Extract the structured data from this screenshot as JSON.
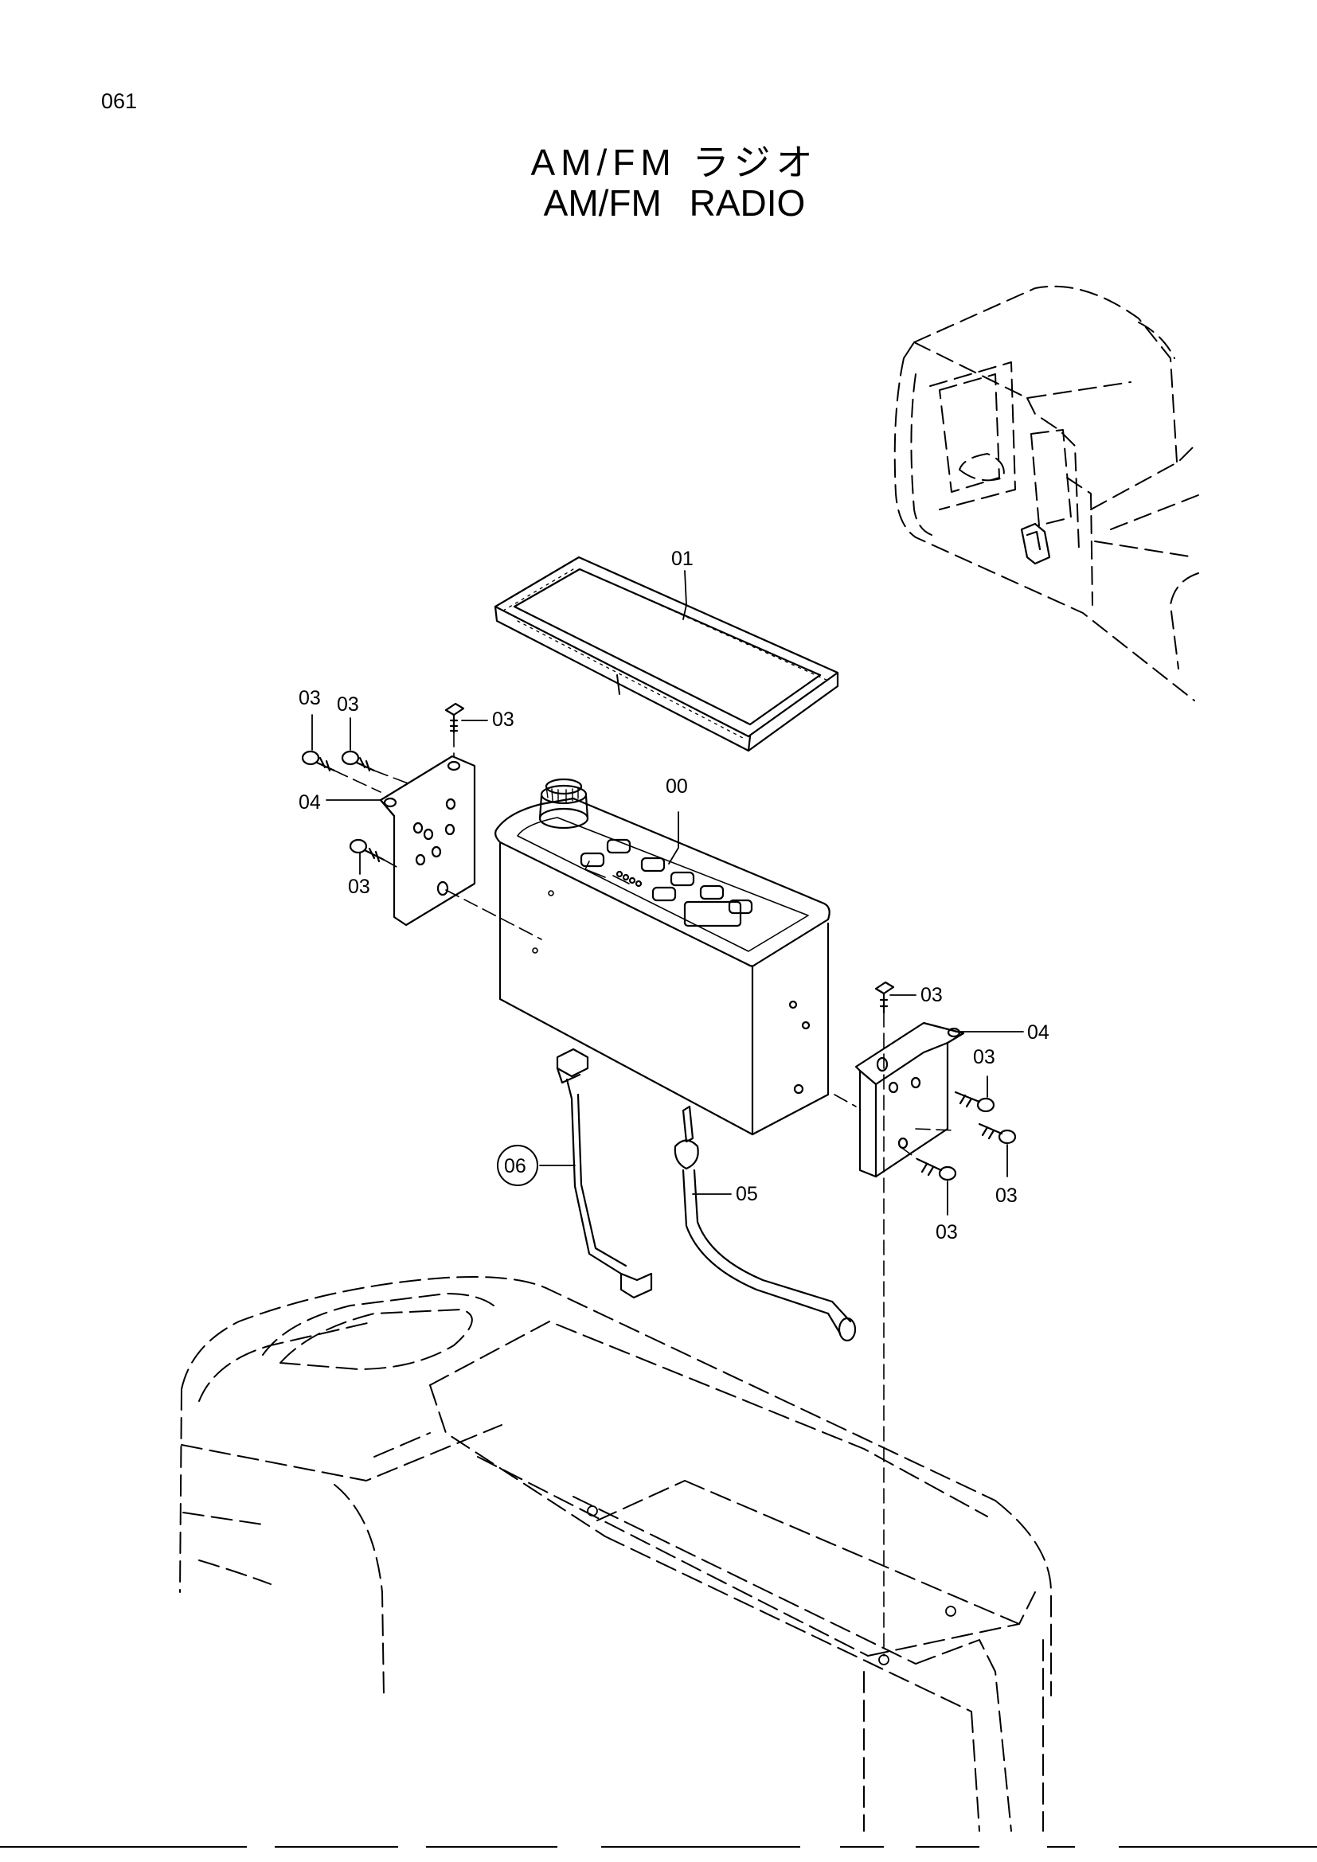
{
  "page": {
    "number": "061"
  },
  "title": {
    "japanese": "AM/FM ラジオ",
    "english": "AM/FM RADIO"
  },
  "callouts": [
    "01",
    "03",
    "03",
    "03",
    "04",
    "03",
    "00",
    "03",
    "04",
    "03",
    "03",
    "03",
    "06",
    "05"
  ]
}
